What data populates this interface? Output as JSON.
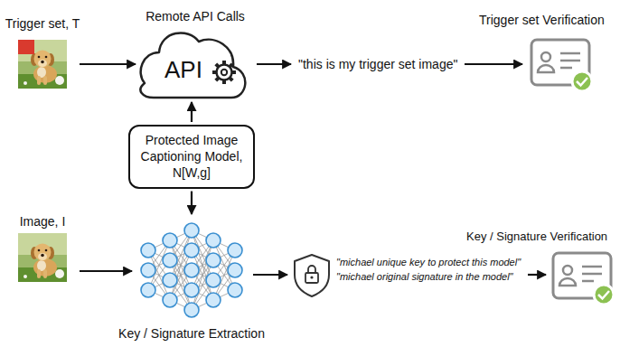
{
  "diagram": {
    "nodes": [
      {
        "text": [
          "Trigger set, T"
        ]
      },
      {
        "text": [
          "Remote API Calls",
          "API"
        ]
      },
      {
        "text": [
          "Protected Image Captioning Model, N[W,g]"
        ]
      },
      {
        "text": [
          "Image, I"
        ]
      },
      {
        "text": [
          "Key / Signature Extraction"
        ]
      }
    ],
    "edges": [
      {
        "from": 0,
        "to": 1,
        "arrow": "to"
      },
      {
        "from": 2,
        "to": 1,
        "arrow": "to"
      },
      {
        "from": 2,
        "to": 4,
        "arrow": "to"
      },
      {
        "from": 3,
        "to": 4,
        "arrow": "to"
      }
    ],
    "labels": [
      "Trigger set Verification",
      "\"this is my trigger set image\"",
      "Key / Signature Verification",
      "\"michael unique key to protect this model\"",
      "\"michael original signature in the model\""
    ]
  }
}
